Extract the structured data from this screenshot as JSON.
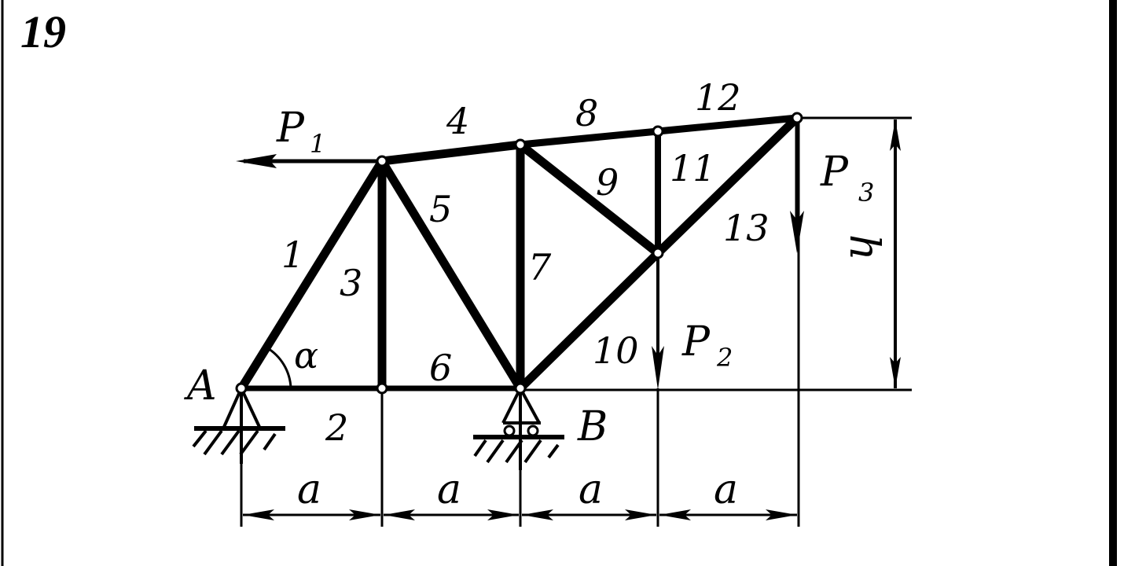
{
  "figure": {
    "number": "19",
    "type": "plane truss diagram",
    "colors": {
      "ink": "#000000",
      "paper": "#ffffff"
    }
  },
  "nodes": {
    "A": "A",
    "B": "B"
  },
  "angle": {
    "symbol": "α"
  },
  "members": [
    {
      "id": "1",
      "label": "1"
    },
    {
      "id": "2",
      "label": "2"
    },
    {
      "id": "3",
      "label": "3"
    },
    {
      "id": "4",
      "label": "4"
    },
    {
      "id": "5",
      "label": "5"
    },
    {
      "id": "6",
      "label": "6"
    },
    {
      "id": "7",
      "label": "7"
    },
    {
      "id": "8",
      "label": "8"
    },
    {
      "id": "9",
      "label": "9"
    },
    {
      "id": "10",
      "label": "10"
    },
    {
      "id": "11",
      "label": "11"
    },
    {
      "id": "12",
      "label": "12"
    },
    {
      "id": "13",
      "label": "13"
    }
  ],
  "loads": [
    {
      "name": "P",
      "sub": "1",
      "direction": "left"
    },
    {
      "name": "P",
      "sub": "2",
      "direction": "down"
    },
    {
      "name": "P",
      "sub": "3",
      "direction": "down"
    }
  ],
  "dimensions": {
    "spans": [
      "a",
      "a",
      "a",
      "a"
    ],
    "height": "h"
  },
  "supports": {
    "A": "pinned",
    "B": "roller"
  }
}
